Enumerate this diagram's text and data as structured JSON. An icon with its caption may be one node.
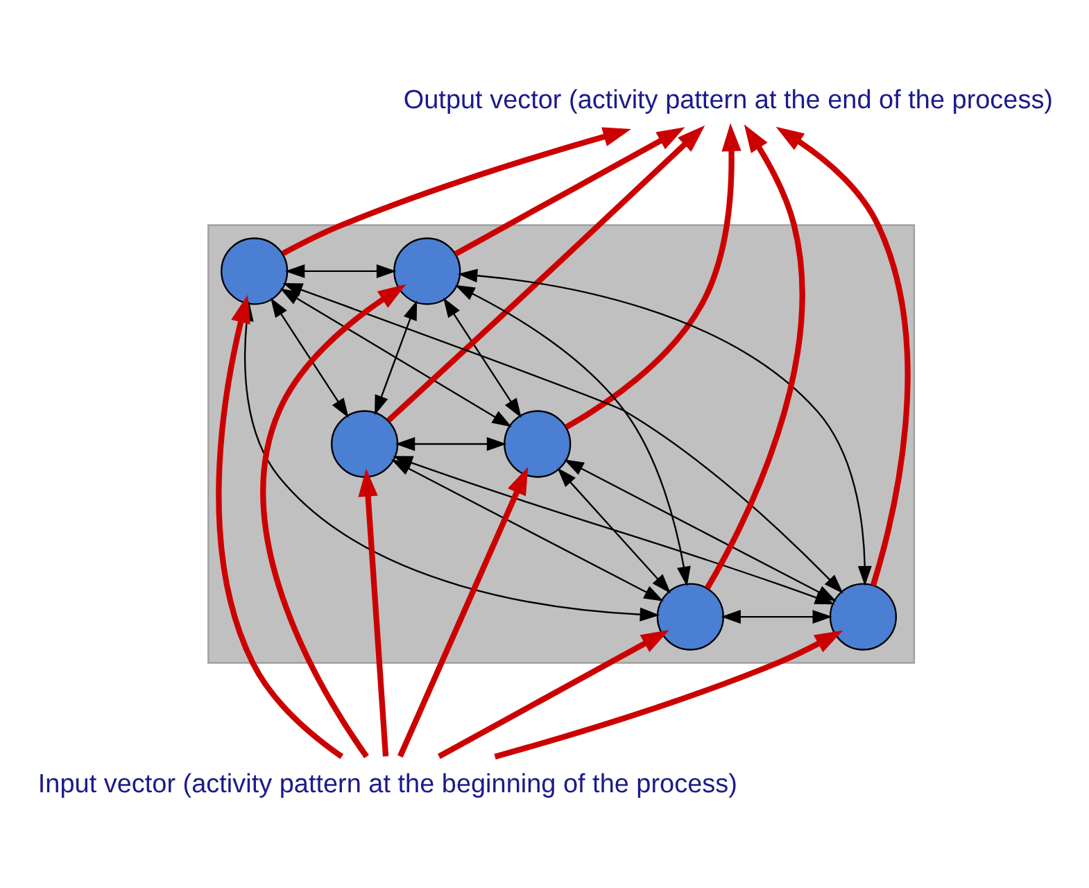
{
  "diagram": {
    "nodes": [
      {
        "text": [
          "Output vector (activity pattern at the end of the process)"
        ]
      },
      {
        "text": [],
        "shape": "box"
      },
      {
        "text": [],
        "shape": "circle",
        "in": 1
      },
      {
        "text": [],
        "shape": "circle",
        "in": 1
      },
      {
        "text": [],
        "shape": "circle",
        "in": 1
      },
      {
        "text": [],
        "shape": "circle",
        "in": 1
      },
      {
        "text": [],
        "shape": "circle",
        "in": 1
      },
      {
        "text": [],
        "shape": "circle",
        "in": 1
      },
      {
        "text": [
          "Input vector (activity pattern at the beginning of the process)"
        ]
      }
    ],
    "edges": [
      {
        "from": 8,
        "to": 5,
        "arrow": "to",
        "style": "thick",
        "color": "#cc0000"
      },
      {
        "from": 8,
        "to": 3,
        "arrow": "to",
        "style": "thick",
        "color": "#cc0000"
      },
      {
        "from": 8,
        "to": 6,
        "arrow": "to",
        "style": "thick",
        "color": "#cc0000"
      },
      {
        "from": 8,
        "to": 2,
        "arrow": "to",
        "style": "thick",
        "color": "#cc0000"
      },
      {
        "from": 8,
        "to": 7,
        "arrow": "to",
        "style": "thick",
        "color": "#cc0000"
      },
      {
        "from": 8,
        "to": 4,
        "arrow": "to",
        "style": "thick",
        "color": "#cc0000"
      },
      {
        "from": 5,
        "to": 0,
        "arrow": "to",
        "style": "thick",
        "color": "#cc0000"
      },
      {
        "from": 3,
        "to": 0,
        "arrow": "to",
        "style": "thick",
        "color": "#cc0000"
      },
      {
        "from": 6,
        "to": 0,
        "arrow": "to",
        "style": "thick",
        "color": "#cc0000"
      },
      {
        "from": 2,
        "to": 0,
        "arrow": "to",
        "style": "thick",
        "color": "#cc0000"
      },
      {
        "from": 7,
        "to": 0,
        "arrow": "to",
        "style": "thick",
        "color": "#cc0000"
      },
      {
        "from": 4,
        "to": 0,
        "arrow": "to",
        "style": "thick",
        "color": "#cc0000"
      },
      {
        "from": 3,
        "to": 2,
        "arrow": "both"
      },
      {
        "from": 3,
        "to": 4,
        "arrow": "both"
      },
      {
        "from": 3,
        "to": 5,
        "arrow": "both"
      },
      {
        "from": 3,
        "to": 6,
        "arrow": "both"
      },
      {
        "from": 3,
        "to": 7,
        "arrow": "both"
      },
      {
        "from": 2,
        "to": 4,
        "arrow": "both"
      },
      {
        "from": 2,
        "to": 5,
        "arrow": "both"
      },
      {
        "from": 2,
        "to": 6,
        "arrow": "both"
      },
      {
        "from": 2,
        "to": 7,
        "arrow": "both"
      },
      {
        "from": 4,
        "to": 5,
        "arrow": "both"
      },
      {
        "from": 4,
        "to": 6,
        "arrow": "both"
      },
      {
        "from": 4,
        "to": 7,
        "arrow": "both"
      },
      {
        "from": 5,
        "to": 6,
        "arrow": "both"
      },
      {
        "from": 5,
        "to": 7,
        "arrow": "both"
      },
      {
        "from": 6,
        "to": 7,
        "arrow": "both"
      }
    ]
  }
}
